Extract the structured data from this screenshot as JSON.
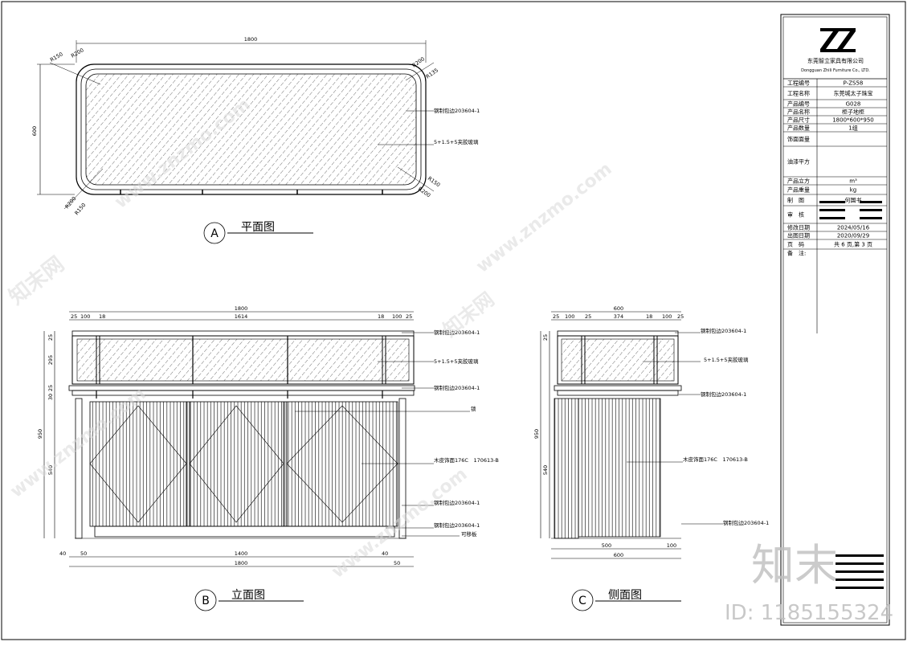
{
  "company": {
    "name_cn": "东莞智立家具有限公司",
    "name_en": "Dongguan Zhili Furniture Co., LTD."
  },
  "title_block": [
    {
      "label": "工程编号",
      "value": "P-ZS58"
    },
    {
      "label": "工程名称",
      "value": "东莞城太子珠宝"
    },
    {
      "label": "产品编号",
      "value": "G028"
    },
    {
      "label": "产品名称",
      "value": "柜子地柜"
    },
    {
      "label": "产品尺寸",
      "value": "1800*600*950"
    },
    {
      "label": "产品数量",
      "value": "1组"
    },
    {
      "label": "饰面面量",
      "value": ""
    },
    {
      "label": "油漆平方",
      "value": ""
    },
    {
      "label": "产品立方",
      "value": "m³"
    },
    {
      "label": "产品重量",
      "value": "kg"
    },
    {
      "label": "制　图",
      "value": "何国书"
    },
    {
      "label": "审　核",
      "value": ""
    },
    {
      "label": "修改日期",
      "value": "2024/05/16"
    },
    {
      "label": "出图日期",
      "value": "2020/09/29"
    },
    {
      "label": "页　码",
      "value": "共 6 页,第 3 页"
    },
    {
      "label": "备　注:",
      "value": ""
    }
  ],
  "views": {
    "plan": {
      "letter": "A",
      "title": "平面图"
    },
    "front": {
      "letter": "B",
      "title": "立面图"
    },
    "side": {
      "letter": "C",
      "title": "侧面图"
    }
  },
  "plan_dims": {
    "width": "1800",
    "height": "600",
    "radii": [
      "R150",
      "R200",
      "R200",
      "R135",
      "R150",
      "R200",
      "R200",
      "R150"
    ]
  },
  "plan_labels": [
    "钢制包边203604-1",
    "5+1.5+5夹胶玻璃"
  ],
  "front_dims": {
    "top": [
      "25",
      "100",
      "18",
      "1614",
      "18",
      "100",
      "25"
    ],
    "overall_top": "1800",
    "left": [
      "25",
      "295",
      "25",
      "30",
      "540",
      "40"
    ],
    "left_total": "950",
    "bottom": [
      "40",
      "50",
      "1400",
      "40",
      "50"
    ],
    "bottom_mid": "1400",
    "overall_bottom": "1800"
  },
  "front_labels": [
    "钢制包边203604-1",
    "5+1.5+5夹胶玻璃",
    "钢制包边203604-1",
    "锁",
    "木皮饰面176C　170613-B",
    "钢制包边203604-1",
    "钢制包边203604-1",
    "可移板"
  ],
  "side_dims": {
    "top": [
      "25",
      "100",
      "25",
      "374",
      "18",
      "100",
      "25"
    ],
    "overall_top": "600",
    "left": [
      "25",
      "950",
      "540"
    ],
    "bottom": [
      "500",
      "100"
    ],
    "overall_bottom": "600"
  },
  "side_labels": [
    "钢制包边203604-1",
    "5+1.5+5夹胶玻璃",
    "钢制包边203604-1",
    "木皮饰面176C　170613-B",
    "钢制包边203604-1"
  ],
  "watermark": {
    "site": "www.znzmo.com",
    "brand": "知末网",
    "logo_text": "知末",
    "id": "ID: 1185155324"
  }
}
